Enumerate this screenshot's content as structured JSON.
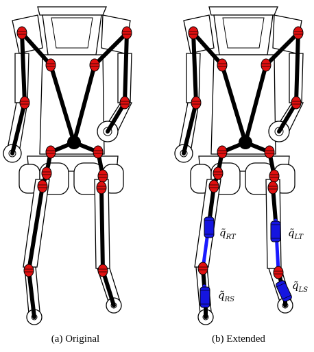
{
  "panels": [
    {
      "id": "a",
      "caption": "(a) Original"
    },
    {
      "id": "b",
      "caption": "(b) Extended"
    }
  ],
  "labels": {
    "q_rt": {
      "base": "q̃",
      "sub": "RT"
    },
    "q_lt": {
      "base": "q̃",
      "sub": "LT"
    },
    "q_rs": {
      "base": "q̃",
      "sub": "RS"
    },
    "q_ls": {
      "base": "q̃",
      "sub": "LS"
    }
  },
  "colors": {
    "joint_red": "#e01010",
    "joint_blue": "#1515e0",
    "link": "#000000",
    "outline": "#000000"
  }
}
